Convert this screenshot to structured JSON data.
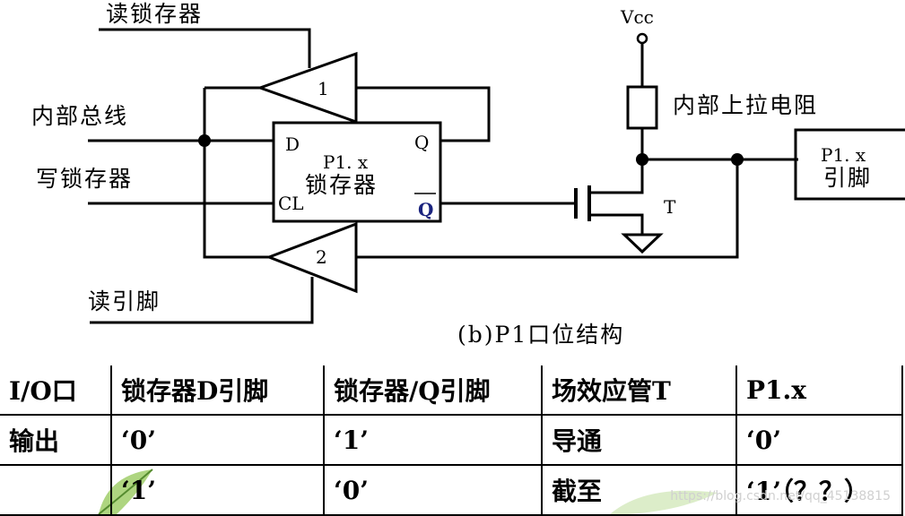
{
  "diagram": {
    "labels": {
      "read_latch": "读锁存器",
      "internal_bus": "内部总线",
      "write_latch": "写锁存器",
      "read_pin": "读引脚",
      "vcc": "Vcc",
      "pullup": "内部上拉电阻",
      "pin_box_line1": "P1. x",
      "pin_box_line2": "引脚",
      "latch_name": "P1. x",
      "latch_label": "锁存器",
      "latch_d": "D",
      "latch_q": "Q",
      "latch_cl": "CL",
      "latch_qbar": "Q",
      "buffer1": "1",
      "buffer2": "2",
      "transistor": "T",
      "caption": "(b)P1口位结构"
    }
  },
  "table": {
    "headers": [
      "I/O口",
      "锁存器D引脚",
      "锁存器/Q引脚",
      "场效应管T",
      "P1.x"
    ],
    "rows": [
      [
        "输出",
        "‘0’",
        "‘1’",
        "导通",
        "‘0’"
      ],
      [
        "",
        "‘1’",
        "‘0’",
        "截至",
        "‘1’（？？）"
      ]
    ]
  },
  "watermark": "https://blog.csdn.net/qq_45138815"
}
